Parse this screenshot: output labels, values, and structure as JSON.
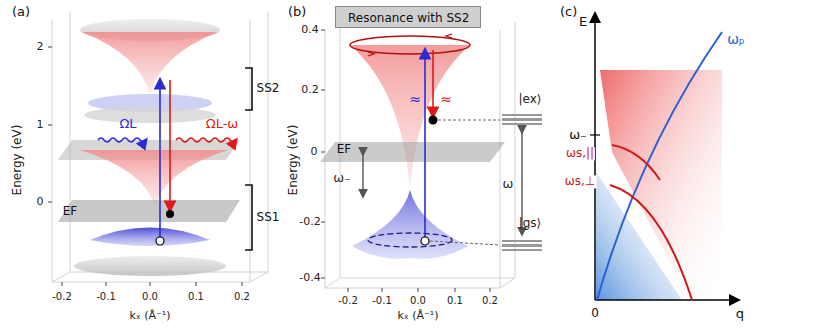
{
  "diagram": {
    "nodes": [
      {
        "text": [
          "Resonance with SS2"
        ]
      }
    ],
    "labels": [
      "(a)",
      "2",
      "1",
      "0",
      "Energy (eV)",
      "-0.2",
      "-0.1",
      "0.0",
      "0.1",
      "0.2",
      "kₓ (Å⁻¹)",
      "SS2",
      "SS1",
      "ΩL",
      "ΩL-ω",
      "EF",
      "(b)",
      "0.4",
      "0.2",
      "0",
      "-0.2",
      "-0.4",
      "Energy (eV)",
      "-0.2",
      "-0.1",
      "0.0",
      "0.1",
      "0.2",
      "kₓ (Å⁻¹)",
      "EF",
      "ω₋",
      "ω",
      "|ex⟩",
      "|gs⟩",
      "≈",
      "≈",
      "(c)",
      "E",
      "q",
      "0",
      "ωₚ",
      "ω₋",
      "ωs,||",
      "ωs,⊥"
    ]
  }
}
